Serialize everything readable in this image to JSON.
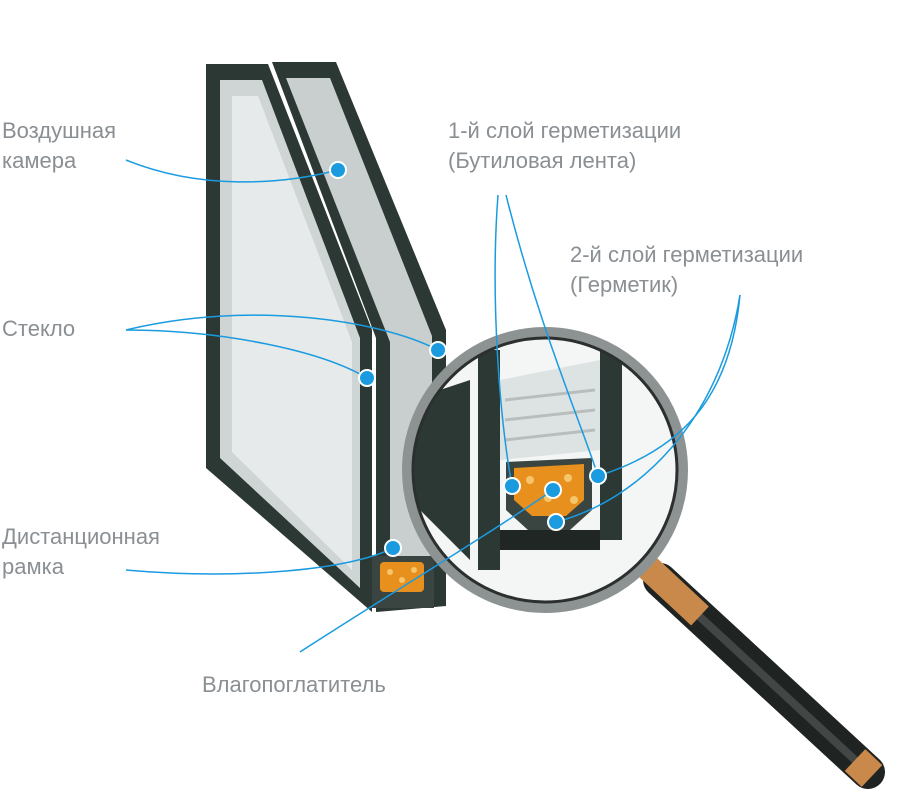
{
  "labels": {
    "air_chamber": [
      "Воздушная",
      "камера"
    ],
    "sealing_1": [
      "1-й слой герметизации",
      "(Бутиловая лента)"
    ],
    "sealing_2": [
      "2-й слой герметизации",
      "(Герметик)"
    ],
    "glass": "Стекло",
    "spacer": [
      "Дистанционная",
      "рамка"
    ],
    "desiccant": "Влагопоглатитель"
  },
  "colors": {
    "accent": "#1a9be0",
    "label": "#8a8f93",
    "frame": "#2c3834",
    "desiccant": "#e8901e"
  }
}
